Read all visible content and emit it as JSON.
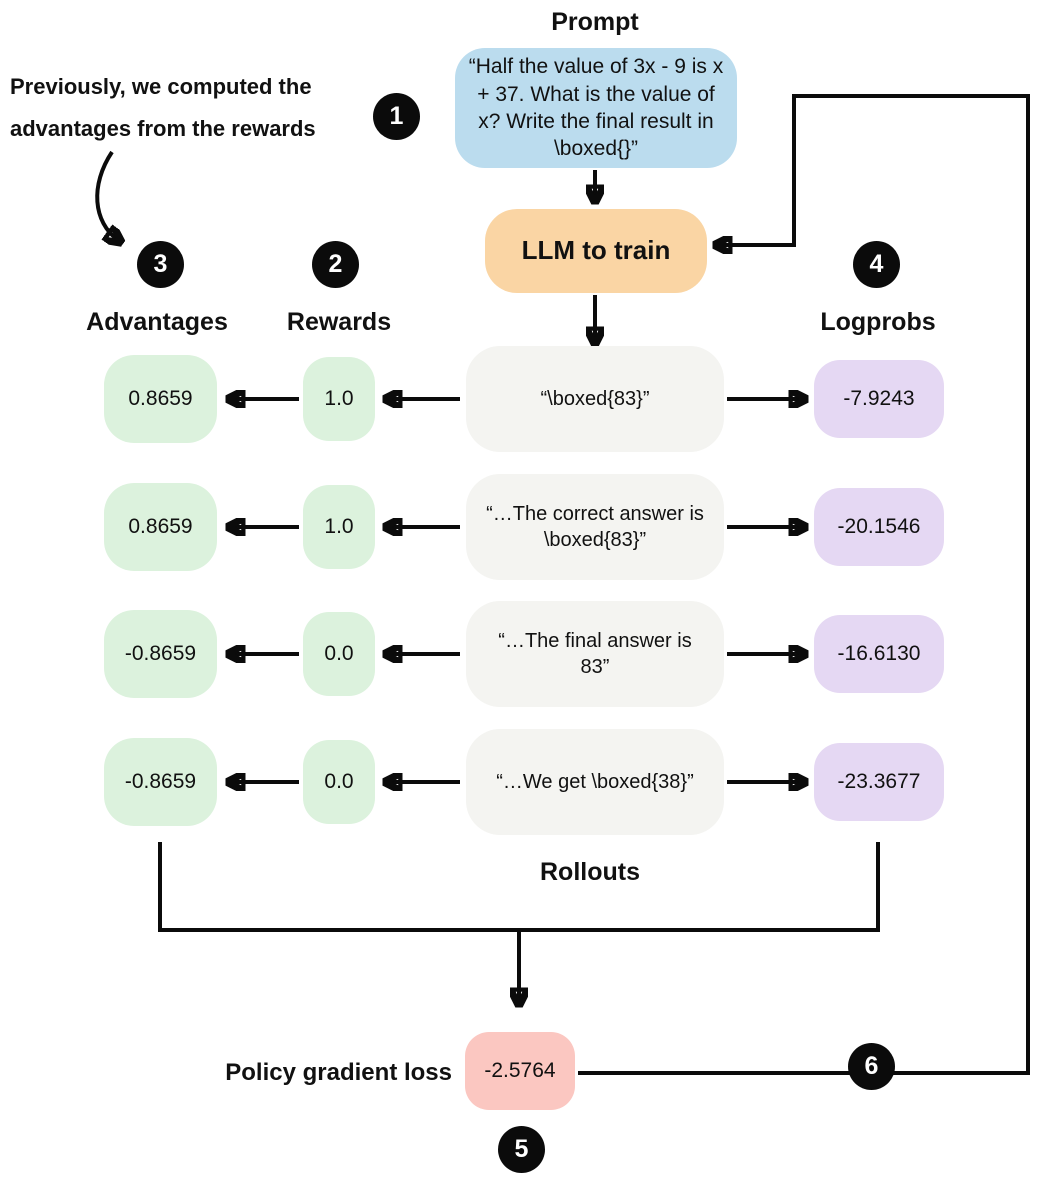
{
  "annotation": {
    "line1": "Previously, we computed the",
    "line2": "advantages from the rewards"
  },
  "prompt": {
    "title": "Prompt",
    "text": "“Half the value of 3x - 9 is  x + 37. What is the value of x? Write the final result in \\boxed{}”"
  },
  "llm": {
    "label": "LLM to train"
  },
  "columns": {
    "advantages": "Advantages",
    "rewards": "Rewards",
    "logprobs": "Logprobs",
    "rollouts": "Rollouts"
  },
  "badges": [
    "1",
    "2",
    "3",
    "4",
    "5",
    "6"
  ],
  "rows": [
    {
      "advantage": "0.8659",
      "reward": "1.0",
      "rollout": "“\\boxed{83}”",
      "logprob": "-7.9243"
    },
    {
      "advantage": "0.8659",
      "reward": "1.0",
      "rollout": "“…The correct answer is \\boxed{83}”",
      "logprob": "-20.1546"
    },
    {
      "advantage": "-0.8659",
      "reward": "0.0",
      "rollout": "“…The final answer is 83”",
      "logprob": "-16.6130"
    },
    {
      "advantage": "-0.8659",
      "reward": "0.0",
      "rollout": "“…We get \\boxed{38}”",
      "logprob": "-23.3677"
    }
  ],
  "loss": {
    "label": "Policy gradient loss",
    "value": "-2.5764"
  },
  "colors": {
    "prompt_box": "#bbdcee",
    "llm_box": "#fad5a4",
    "value_green": "#dcf2dd",
    "rollout_gray": "#f4f4f1",
    "logprob_purple": "#e5d8f3",
    "loss_pink": "#fbc7c1",
    "line_black": "#0b0b0b"
  }
}
